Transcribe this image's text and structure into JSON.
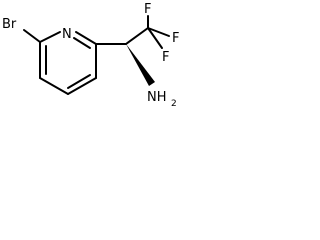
{
  "molecule": {
    "atoms": {
      "bromine": "Br",
      "ring_nitrogen": "N",
      "fluorine_top": "F",
      "fluorine_right": "F",
      "fluorine_lower": "F",
      "amine_main": "NH",
      "amine_sub": "2"
    }
  }
}
